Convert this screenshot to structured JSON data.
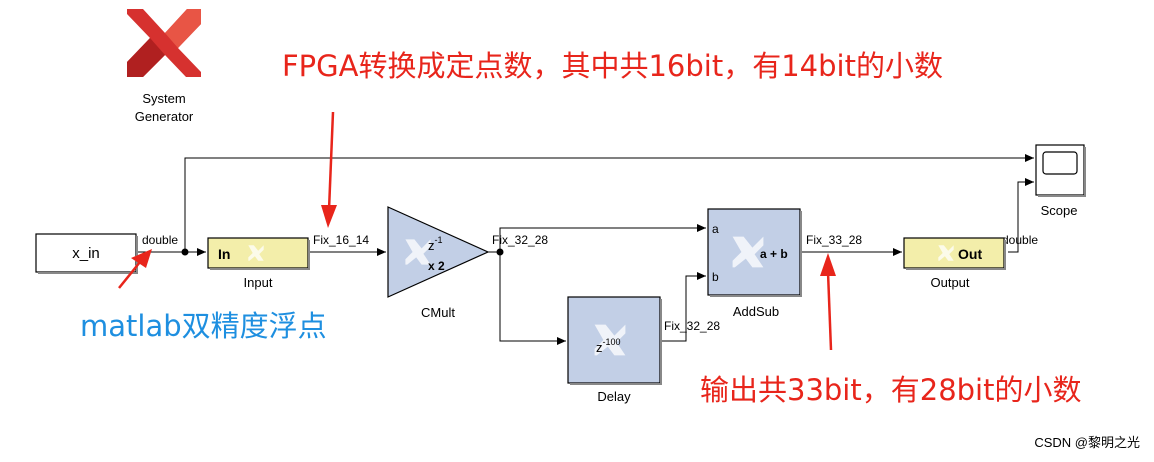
{
  "logo": {
    "line1": "System",
    "line2": "Generator"
  },
  "annotations": {
    "top": "FPGA转换成定点数，其中共16bit，有14bit的小数",
    "left": "matlab双精度浮点",
    "right": "输出共33bit，有28bit的小数"
  },
  "blocks": {
    "x_in": "x_in",
    "input": {
      "inner": "In",
      "caption": "Input"
    },
    "cmult": {
      "z": "z",
      "exp": "-1",
      "gain": "x 2",
      "caption": "CMult"
    },
    "delay": {
      "z": "z",
      "exp": "-100",
      "caption": "Delay"
    },
    "addsub": {
      "port_a": "a",
      "port_b": "b",
      "op": "a + b",
      "caption": "AddSub"
    },
    "output": {
      "inner": "Out",
      "caption": "Output"
    },
    "scope": {
      "caption": "Scope"
    }
  },
  "signals": {
    "s1": "double",
    "s2": "Fix_16_14",
    "s3": "Fix_32_28",
    "s4": "Fix_32_28",
    "s5": "Fix_33_28",
    "s6": "double"
  },
  "watermark": "CSDN @黎明之光",
  "colors": {
    "annot_red": "#e8251b",
    "annot_blue": "#1e8fe0",
    "block_blue": "#c2cfe6",
    "block_yellow": "#f3eeaa",
    "logo_red": "#d6312f"
  }
}
